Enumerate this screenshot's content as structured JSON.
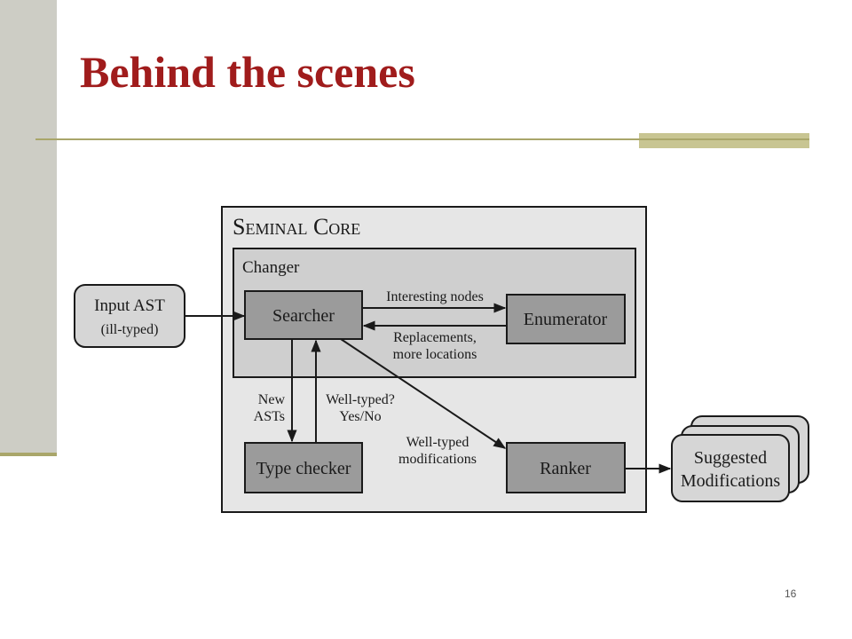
{
  "slide": {
    "title": "Behind the scenes",
    "page_number": "16"
  },
  "diagram": {
    "core_title": "Seminal Core",
    "changer_title": "Changer",
    "nodes": {
      "input_line1": "Input AST",
      "input_line2": "(ill-typed)",
      "searcher": "Searcher",
      "enumerator": "Enumerator",
      "type_checker": "Type checker",
      "ranker": "Ranker",
      "suggested_line1": "Suggested",
      "suggested_line2": "Modifications"
    },
    "edge_labels": {
      "interesting_nodes": "Interesting nodes",
      "replacements_line1": "Replacements,",
      "replacements_line2": "more locations",
      "new_asts_line1": "New",
      "new_asts_line2": "ASTs",
      "well_typed_q_line1": "Well-typed?",
      "well_typed_q_line2": "Yes/No",
      "well_typed_mod_line1": "Well-typed",
      "well_typed_mod_line2": "modifications"
    }
  }
}
